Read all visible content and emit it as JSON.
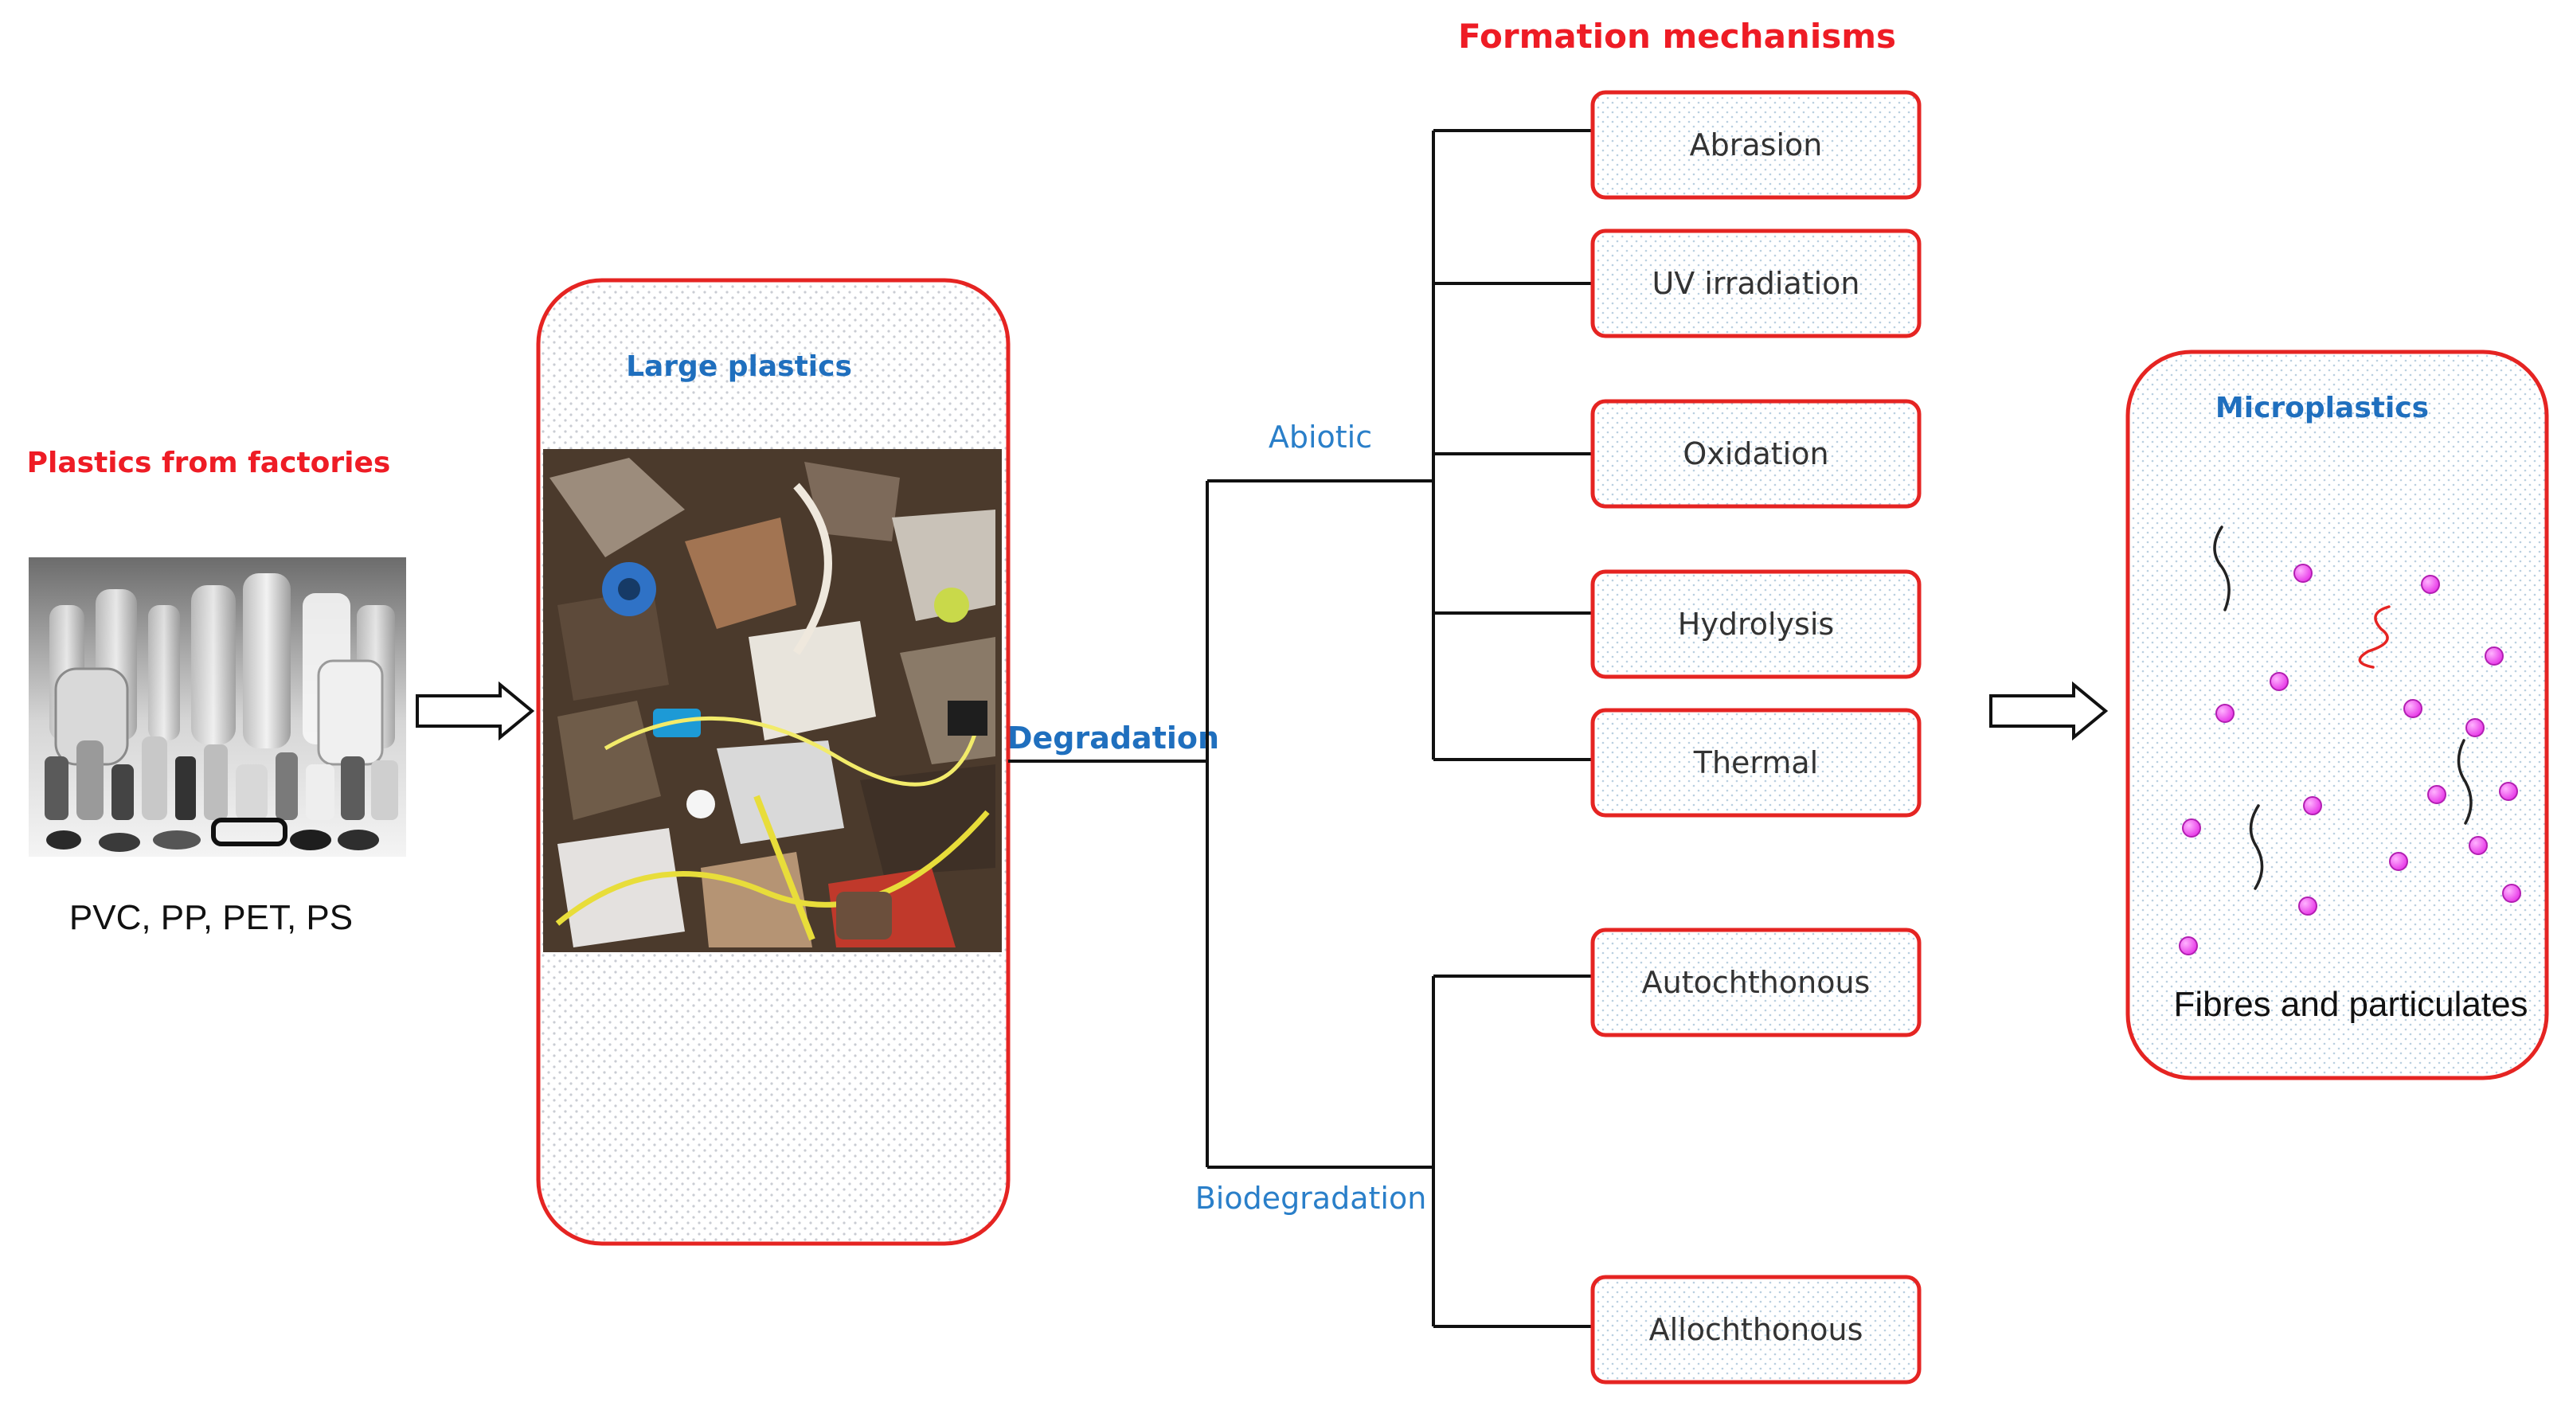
{
  "source": {
    "title": "Plastics from factories",
    "types": "PVC, PP, PET, PS"
  },
  "large_plastics": {
    "title": "Large plastics"
  },
  "process": {
    "label": "Degradation"
  },
  "branches": {
    "abiotic": "Abiotic",
    "biotic": "Biodegradation"
  },
  "formation": {
    "title": "Formation mechanisms",
    "abiotic": [
      "Abrasion",
      "UV irradiation",
      "Oxidation",
      "Hydrolysis",
      "Thermal"
    ],
    "biotic": [
      "Autochthonous",
      "Allochthonous"
    ]
  },
  "microplastics": {
    "title": "Microplastics",
    "caption": "Fibres and particulates"
  },
  "colors": {
    "red_accent": "#ee1c25",
    "blue_heading": "#1f6fbe",
    "particle": "#e633e6"
  }
}
